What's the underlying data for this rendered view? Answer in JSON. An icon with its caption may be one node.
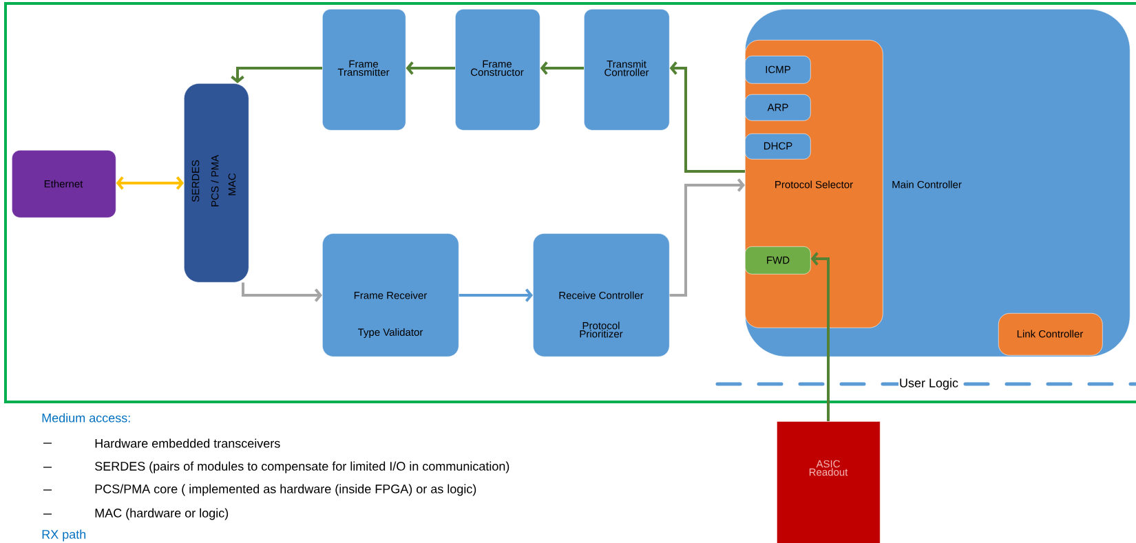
{
  "diagram": {
    "nodes": [
      {
        "text": [
          "Frame Transmitter"
        ]
      },
      {
        "text": [
          "Frame Constructor"
        ]
      },
      {
        "text": [
          "Transmit Controller"
        ]
      },
      {
        "text": [
          "Main Controller"
        ]
      },
      {
        "text": [
          "Protocol Selector"
        ],
        "in": 3
      },
      {
        "text": [
          "ICMP"
        ],
        "in": 4
      },
      {
        "text": [
          "ARP"
        ],
        "in": 4
      },
      {
        "text": [
          "DHCP"
        ],
        "in": 4
      },
      {
        "text": [
          "FWD"
        ],
        "in": 4
      },
      {
        "text": [
          "Link Controller"
        ],
        "in": 3
      },
      {
        "text": [
          "Ethernet"
        ]
      },
      {
        "text": [
          "SERDES",
          "PCS / PMA",
          "MAC"
        ]
      },
      {
        "text": [
          "Frame Receiver",
          "Type Validator"
        ]
      },
      {
        "text": [
          "Receive Controller",
          "Protocol Prioritizer"
        ]
      },
      {
        "text": [
          "ASIC Readout"
        ]
      }
    ],
    "edges": [
      {
        "from": 10,
        "to": 11,
        "arrow": "both",
        "color": "#ffc000"
      },
      {
        "from": 0,
        "to": 11,
        "arrow": "to"
      },
      {
        "from": 1,
        "to": 0,
        "arrow": "to"
      },
      {
        "from": 2,
        "to": 1,
        "arrow": "to"
      },
      {
        "from": 4,
        "to": 2,
        "arrow": "to"
      },
      {
        "from": 11,
        "to": 12,
        "arrow": "to",
        "color": "#a5a5a5"
      },
      {
        "from": 12,
        "to": 13,
        "arrow": "to",
        "color": "#5b9bd5"
      },
      {
        "from": 13,
        "to": 4,
        "arrow": "to",
        "color": "#a5a5a5"
      },
      {
        "from": 14,
        "to": 8,
        "arrow": "to"
      }
    ],
    "labels": [
      "User Logic",
      "Medium access:",
      "Hardware embedded transceivers",
      "SERDES (pairs of modules to compensate for limited I/O in communication)",
      "PCS/PMA core ( implemented as hardware (inside FPGA) or as logic)",
      "MAC (hardware or logic)",
      "RX path"
    ]
  }
}
